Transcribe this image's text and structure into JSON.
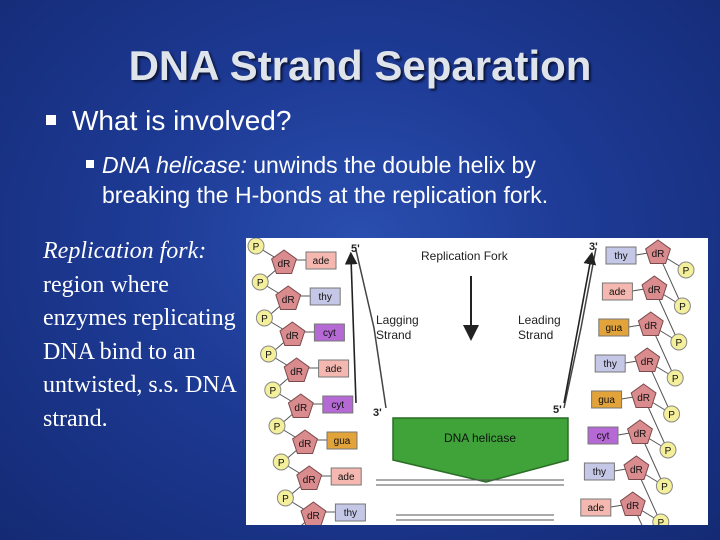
{
  "slide": {
    "title": "DNA Strand Separation",
    "bullet1": "What is involved?",
    "bullet2_term": "DNA helicase:",
    "bullet2_line1": " unwinds the double helix by",
    "bullet2_line2": "breaking the H-bonds at the replication fork.",
    "fork_term": "Replication fork:",
    "fork_text": " region where enzymes replicating DNA bind to an untwisted, s.s. DNA strand."
  },
  "figure": {
    "heading": "Replication Fork",
    "lagging_label": "Lagging Strand",
    "leading_label": "Leading Strand",
    "helicase_label": "DNA helicase",
    "end_5_left": "5'",
    "end_3_right": "3'",
    "end_3_mid": "3'",
    "end_5_mid": "5'",
    "p_label": "P",
    "dr_label": "dR",
    "left_bases": [
      "ade",
      "thy",
      "cyt",
      "ade",
      "cyt",
      "gua",
      "ade",
      "thy"
    ],
    "right_bases": [
      "thy",
      "ade",
      "gua",
      "thy",
      "gua",
      "cyt",
      "thy",
      "ade"
    ],
    "colors": {
      "phosphate": "#f4ef9a",
      "sugar": "#d98b8e",
      "ade": "#f5b8b0",
      "thy": "#c5c7e6",
      "cyt": "#b569d4",
      "gua": "#e2a33a",
      "helicase": "#3fa339"
    }
  }
}
